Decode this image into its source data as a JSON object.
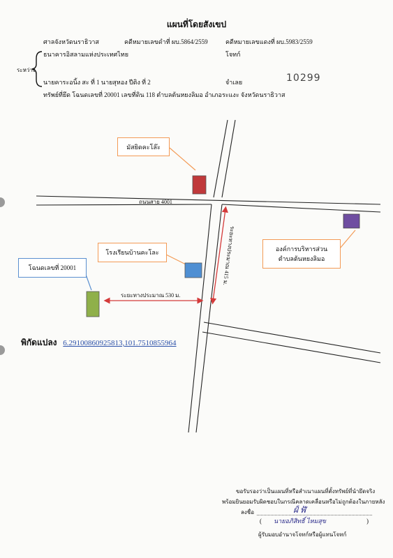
{
  "header": {
    "title": "แผนที่โดยสังเขป",
    "court": "ศาลจังหวัดนราธิวาส",
    "case_black": "คดีหมายเลขดำที่ ผบ.5864/2559",
    "case_red": "คดีหมายเลขแดงที่ ผบ.5983/2559",
    "plaintiff": "ธนาคารอิสลามแห่งประเทศไทย",
    "plaintiff_role": "โจทก์",
    "between": "ระหว่าง",
    "defendant": "นายคาระอนิ้ง สะ ที่ 1 นายสุหอง ปีติง ที่ 2",
    "defendant_role": "จำเลย",
    "handwritten_number": "10299",
    "property": "ทรัพย์ที่ยึด  โฉนดเลขที่ 20001 เลขที่ดิน 118 ตำบลต้นหยงลิมอ อำเภอระแงะ จังหวัดนราธิวาส"
  },
  "map": {
    "mosque": "มัสยิดคะโล๊ะ",
    "road_4001": "ถนนสาย 4001",
    "org_line1": "องค์การบริหารส่วน",
    "org_line2": "ตำบลต้นหยงลิมอ",
    "school": "โรงเรียนบ้านคะโละ",
    "deed": "โฉนดเลขที่ 20001",
    "distance_vertical": "ระยะทางประมาณ 415 ม.",
    "distance_horizontal": "ระยะทางประมาณ 530 ม."
  },
  "coordinates": {
    "label": "พิกัดแปลง",
    "value": "6.29100860925813,101.7510855964"
  },
  "footer": {
    "certify1": "ขอรับรองว่าเป็นแผนที่หรือสำเนาแผนที่ตั้งทรัพย์ที่นำยึดจริง",
    "certify2": "พร้อมยินยอมรับผิดชอบในกรณีคลาดเคลื่อนหรือไม่ถูกต้องในภายหลัง",
    "sign_label": "ลงชื่อ",
    "sign_scribble": "ฝ์ ฬั",
    "printed_name": "นายอภิสิทธิ์ ไหมสุข",
    "role": "ผู้รับมอบอำนาจโจทก์หรือผู้แทนโจทก์"
  },
  "colors": {
    "orange": "#f39a55",
    "blue": "#5a8fd0",
    "red_marker": "#c0393b",
    "purple_marker": "#6f4ea1",
    "blue_marker": "#4f8fd3",
    "green_marker": "#8fb04a",
    "arrow_red": "#d43a3a"
  }
}
